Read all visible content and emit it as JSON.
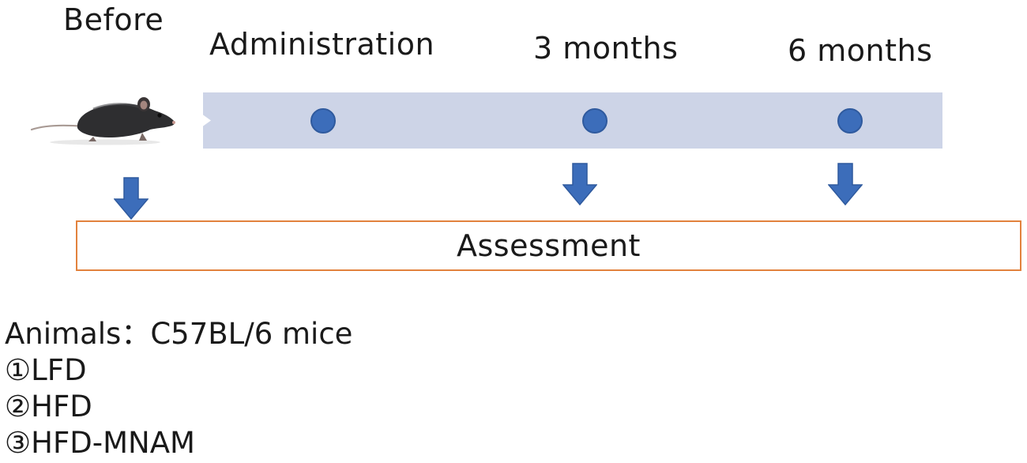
{
  "timeline": {
    "before_label": "Before",
    "administration_label": "Administration",
    "three_months_label": "3 months",
    "six_months_label": "6 months",
    "bar_color": "#cdd4e7",
    "dot_color": "#3c6dba"
  },
  "assessment": {
    "label": "Assessment",
    "border_color": "#e2823d"
  },
  "arrows": {
    "color": "#3c6dba",
    "icon": "down-arrow-icon"
  },
  "animals": {
    "header": "Animals：C57BL/6 mice",
    "groups": [
      "①LFD",
      "②HFD",
      "③HFD-MNAM"
    ]
  }
}
